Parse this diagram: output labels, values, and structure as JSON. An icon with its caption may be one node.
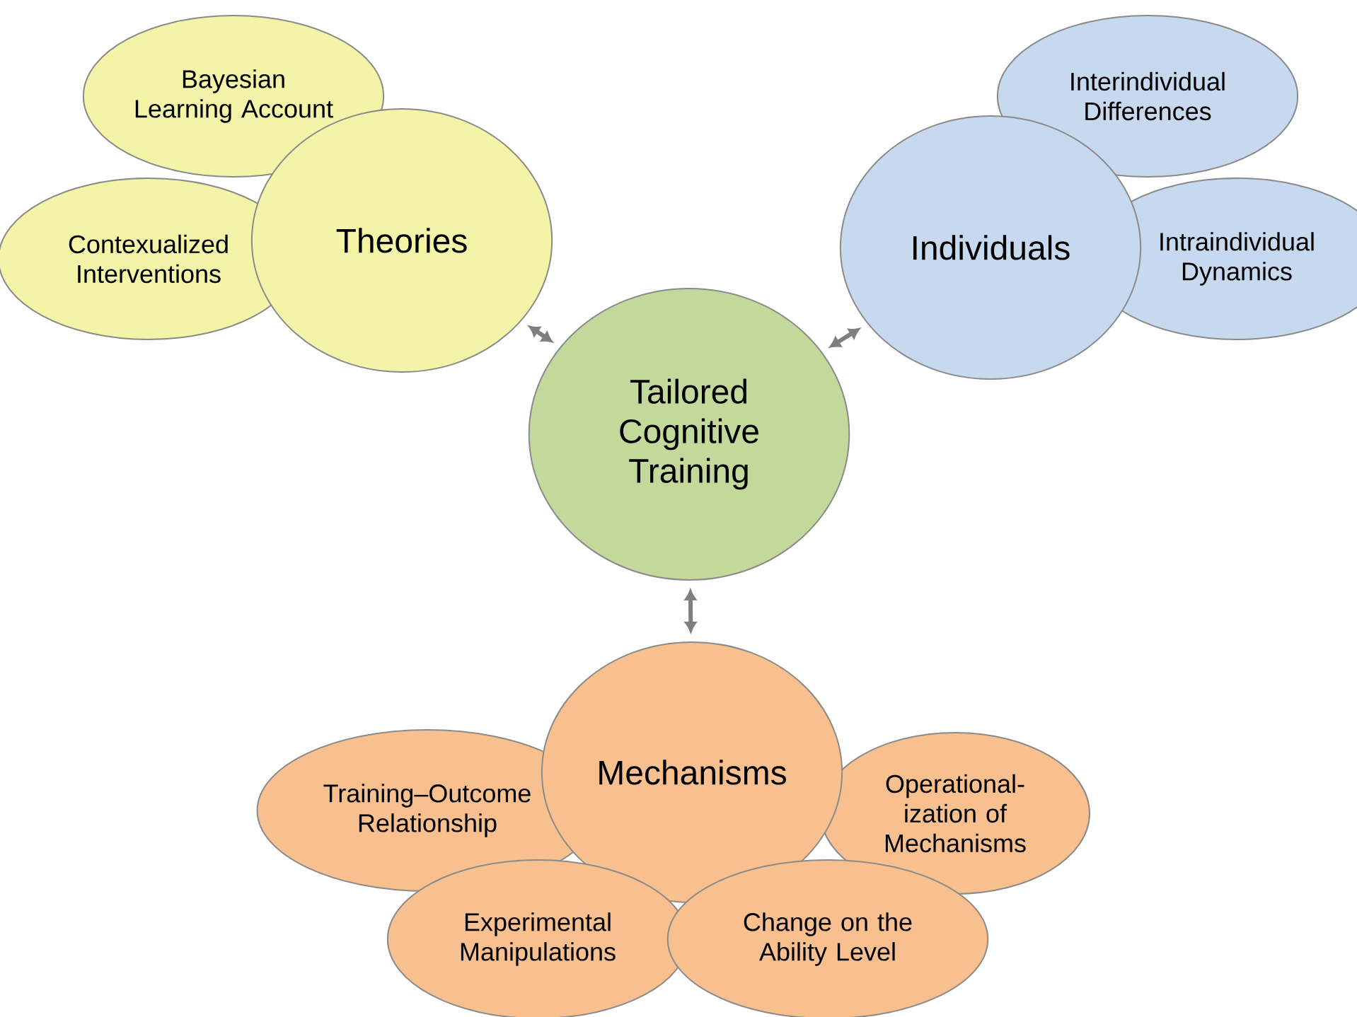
{
  "diagram": {
    "nodes": [
      {
        "text": [
          "Bayesian Learning Account"
        ]
      },
      {
        "text": [
          "Theories"
        ]
      },
      {
        "text": [
          "Contexualized Interventions"
        ]
      },
      {
        "text": [
          "Tailored Cognitive Training"
        ]
      },
      {
        "text": [
          "Interindividual Differences"
        ]
      },
      {
        "text": [
          "Individuals"
        ]
      },
      {
        "text": [
          "Intraindividual Dynamics"
        ]
      },
      {
        "text": [
          "Mechanisms"
        ]
      },
      {
        "text": [
          "Training–Outcome Relationship"
        ]
      },
      {
        "text": [
          "Operational-ization of Mechanisms"
        ]
      },
      {
        "text": [
          "Experimental Manipulations"
        ]
      },
      {
        "text": [
          "Change on the Ability Level"
        ]
      }
    ],
    "edges": [
      {
        "from": 1,
        "to": 3,
        "arrow": "both"
      },
      {
        "from": 5,
        "to": 3,
        "arrow": "both"
      },
      {
        "from": 3,
        "to": 7,
        "arrow": "both"
      }
    ]
  }
}
